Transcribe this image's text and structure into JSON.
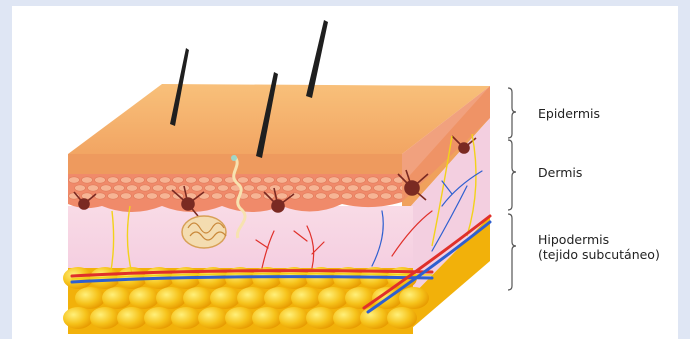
{
  "labels": {
    "epidermis": "Epidermis",
    "dermis": "Dermis",
    "hipodermis": "Hipodermis",
    "hipodermis_sub": "(tejido subcutáneo)"
  },
  "colors": {
    "background": "#dfe6f4",
    "epidermis_top": "#f6b36b",
    "epidermis_front": "#ee9a5e",
    "cell_layer": "#f08a6a",
    "dermis": "#f7d6e3",
    "fat": "#f6b400",
    "artery": "#e0302a",
    "vein": "#2e5fd0",
    "hair": "#1f1f1f"
  }
}
